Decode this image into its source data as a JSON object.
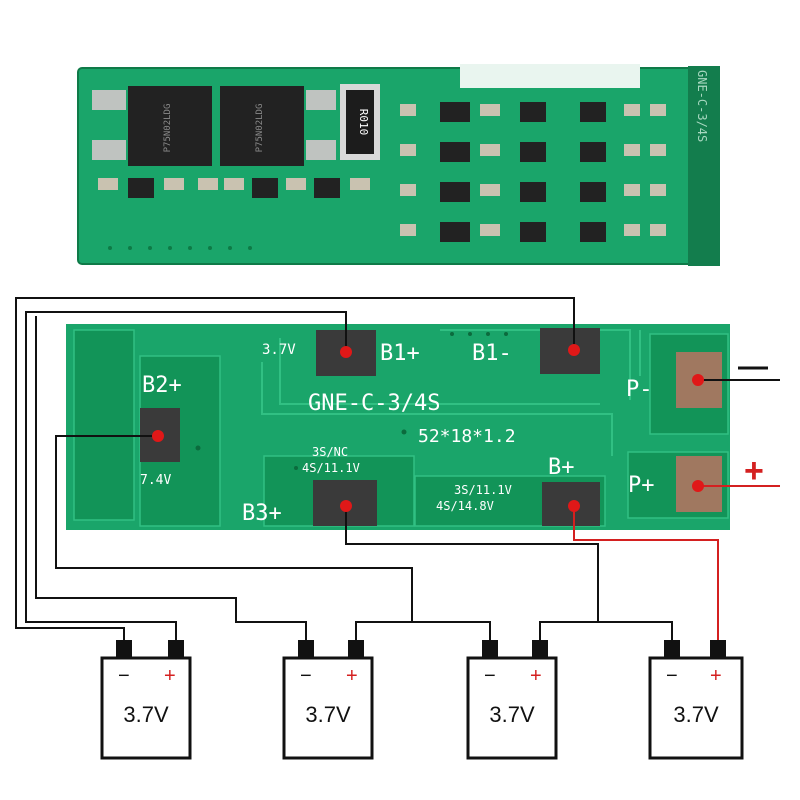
{
  "colors": {
    "pcb": "#1aa56a",
    "pcb_dark": "#0f8a52",
    "pad": "#3a3a3a",
    "wire": "#111111",
    "positive_wire": "#d42020",
    "battery_plus": "#d42020"
  },
  "top_board": {
    "resistor_marking": "R010",
    "mosfet_marking_left": "P75N02LDG",
    "mosfet_marking_right": "P75N02LDG",
    "edge_marking": "GNE-C-3/4S"
  },
  "board": {
    "model": "GNE-C-3/4S",
    "size": "52*18*1.2",
    "v_b1": "3.7V",
    "label_b1_plus": "B1+",
    "label_b1_minus": "B1-",
    "label_b2_plus": "B2+",
    "v_b2": "7.4V",
    "option_b3_line1": "3S/NC",
    "option_b3_line2": "4S/11.1V",
    "label_b3_plus": "B3+",
    "option_bplus_line1": "3S/11.1V",
    "option_bplus_line2": "4S/14.8V",
    "label_b_plus": "B+",
    "label_p_minus": "P-",
    "label_p_plus": "P+"
  },
  "outputs": {
    "minus_sign": "—",
    "plus_sign": "+"
  },
  "batteries": [
    {
      "voltage": "3.7V",
      "minus": "−",
      "plus": "+"
    },
    {
      "voltage": "3.7V",
      "minus": "−",
      "plus": "+"
    },
    {
      "voltage": "3.7V",
      "minus": "−",
      "plus": "+"
    },
    {
      "voltage": "3.7V",
      "minus": "−",
      "plus": "+"
    }
  ]
}
